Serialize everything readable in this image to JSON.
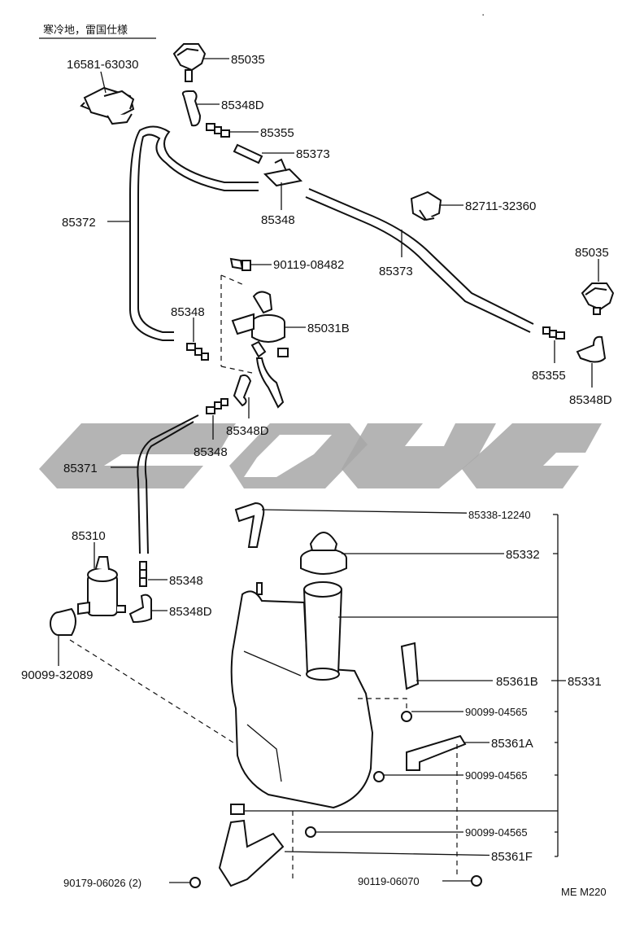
{
  "header_note": "寒冷地，雷国仕様",
  "diagram_code": "ME M220",
  "labels": {
    "p1658163030": "16581-63030",
    "p85035_top": "85035",
    "p85348d_top": "85348D",
    "p85355_top": "85355",
    "p85373_top": "85373",
    "p85348_top": "85348",
    "p8271132360": "82711-32360",
    "p85372": "85372",
    "p85373_mid": "85373",
    "p85035_right": "85035",
    "p9011908482": "90119-08482",
    "p85348_left": "85348",
    "p85031b": "85031B",
    "p85355_right": "85355",
    "p85348d_right": "85348D",
    "p85348d_mid": "85348D",
    "p85348_mid": "85348",
    "p85371": "85371",
    "p85310": "85310",
    "p85348_low": "85348",
    "p85348d_low": "85348D",
    "p9009932089": "90099-32089",
    "p8533812240": "85338-12240",
    "p85332": "85332",
    "p85361b": "85361B",
    "p85331": "85331",
    "p9009904565_a": "90099-04565",
    "p85361a": "85361A",
    "p9009904565_b": "90099-04565",
    "p9009904565_c": "90099-04565",
    "p85361f": "85361F",
    "p9017906026": "90179-06026 (2)",
    "p9011906070": "90119-06070"
  },
  "watermark": {
    "color": "#a7a7a7"
  }
}
